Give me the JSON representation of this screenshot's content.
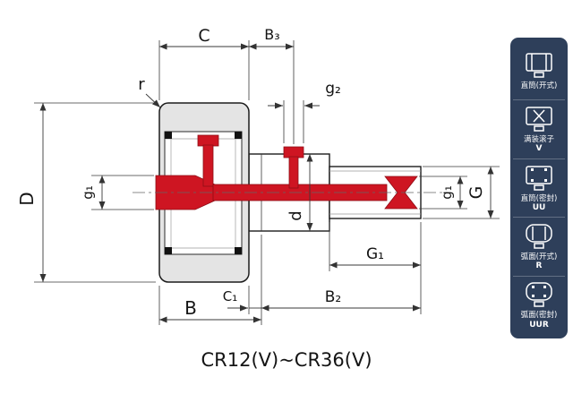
{
  "title": "CR12(V)~CR36(V)",
  "dimensions": {
    "C": "C",
    "B3": "B₃",
    "g2": "g₂",
    "r": "r",
    "D": "D",
    "g1_left": "g₁",
    "d": "d",
    "G1": "G₁",
    "C1": "C₁",
    "B": "B",
    "B2": "B₂",
    "g1_right": "g₁",
    "G": "G"
  },
  "colors": {
    "stud_red": "#ce1522",
    "wheel_grey": "#e4e4e4",
    "panel_navy": "#2e3f5a"
  },
  "sidebar": {
    "items": [
      {
        "label": "直筒(开式)",
        "code": "",
        "icon": "straight-open-bearing-icon"
      },
      {
        "label": "满装滚子",
        "code": "V",
        "icon": "full-complement-bearing-icon"
      },
      {
        "label": "直筒(密封)",
        "code": "UU",
        "icon": "straight-sealed-bearing-icon"
      },
      {
        "label": "弧面(开式)",
        "code": "R",
        "icon": "crowned-open-bearing-icon"
      },
      {
        "label": "弧面(密封)",
        "code": "UUR",
        "icon": "crowned-sealed-bearing-icon"
      }
    ]
  }
}
